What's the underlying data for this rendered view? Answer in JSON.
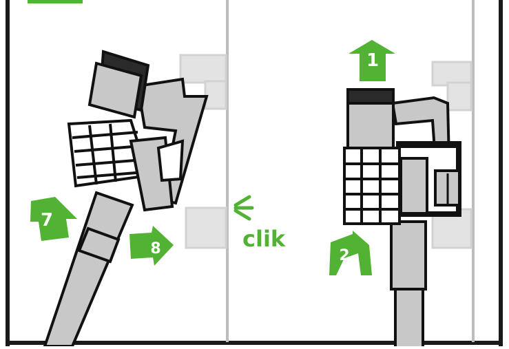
{
  "colors": {
    "accent_green": "#52b233",
    "outline": "#111111",
    "body_grey": "#c8c8c8",
    "ghost_grey": "#e3e3e3",
    "frame": "#1a1a1a",
    "wall": "#bdbdbd"
  },
  "left_panel": {
    "steps": [
      {
        "number": "7",
        "icon": "arrow-up-icon"
      },
      {
        "number": "8",
        "icon": "arrow-right-icon"
      }
    ]
  },
  "right_panel": {
    "steps": [
      {
        "number": "1",
        "icon": "arrow-up-icon"
      },
      {
        "number": "2",
        "icon": "arrow-up-right-icon"
      }
    ]
  },
  "click_indicator": {
    "text": "clik",
    "icon": "click-sound-icon"
  }
}
